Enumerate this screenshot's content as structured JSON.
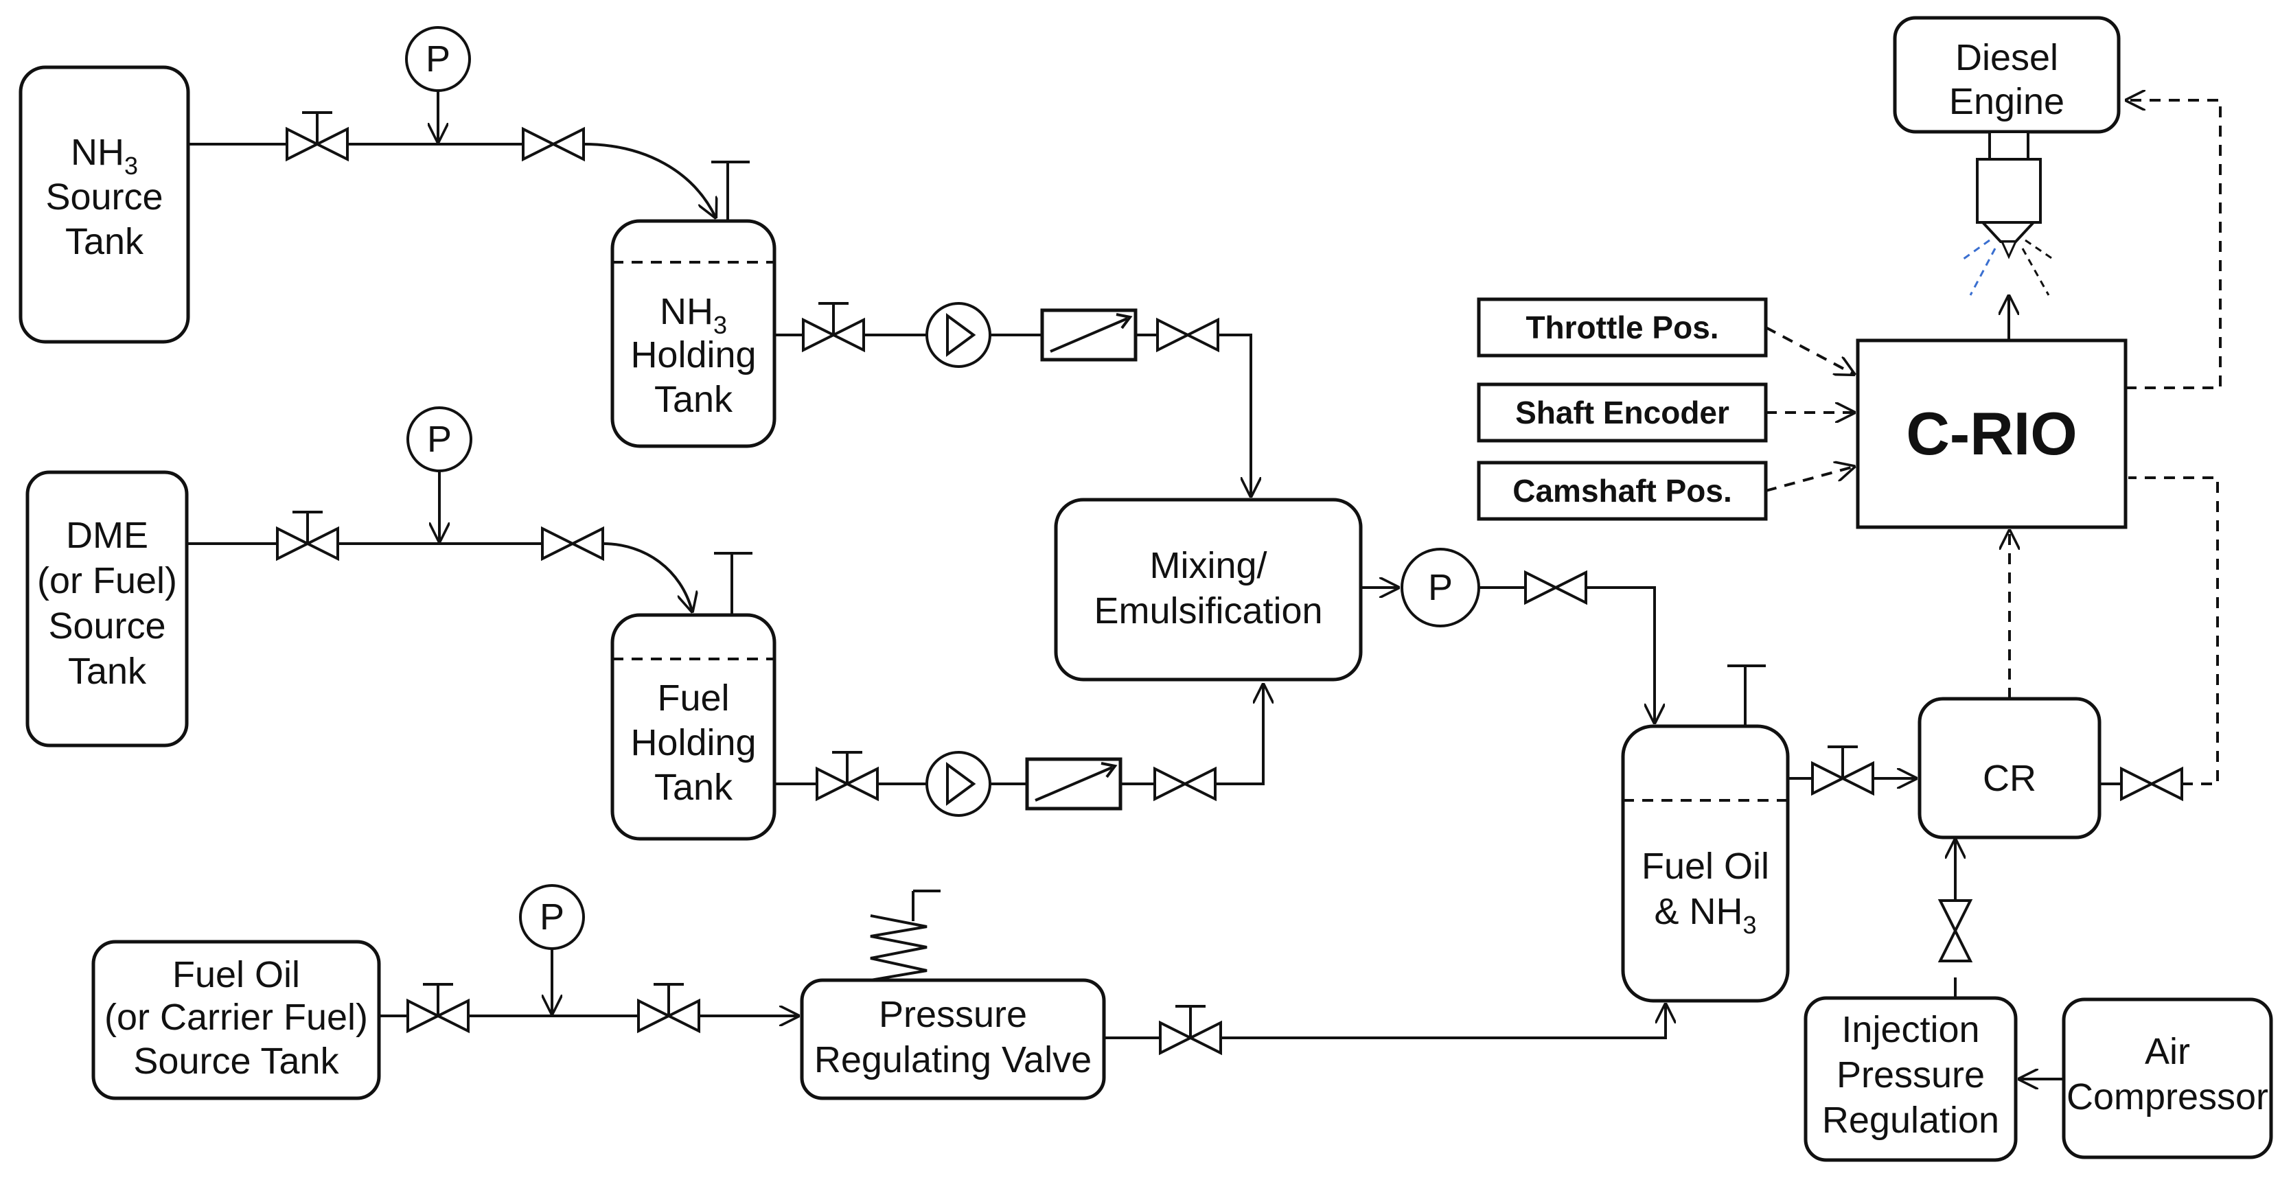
{
  "labels": {
    "nh3_source_tank": [
      "NH",
      "3",
      "Source",
      "Tank"
    ],
    "nh3_holding_tank": [
      "NH",
      "3",
      "Holding",
      "Tank"
    ],
    "dme_source_tank": [
      "DME",
      "(or Fuel)",
      "Source",
      "Tank"
    ],
    "fuel_holding_tank": [
      "Fuel",
      "Holding",
      "Tank"
    ],
    "mixing": [
      "Mixing/",
      "Emulsification"
    ],
    "fuel_oil_source_tank": [
      "Fuel Oil",
      "(or Carrier Fuel)",
      "Source Tank"
    ],
    "pressure_regulating_valve": [
      "Pressure",
      "Regulating Valve"
    ],
    "fuel_oil_nh3": [
      "Fuel Oil",
      "& NH",
      "3"
    ],
    "cr": "CR",
    "c_rio": "C-RIO",
    "diesel_engine": [
      "Diesel",
      "Engine"
    ],
    "throttle_pos": "Throttle Pos.",
    "shaft_encoder": "Shaft Encoder",
    "camshaft_pos": "Camshaft Pos.",
    "injection_pressure_regulation": [
      "Injection",
      "Pressure",
      "Regulation"
    ],
    "air_compressor": [
      "Air",
      "Compressor"
    ],
    "pressure_gauge": "P",
    "pump_p": "P"
  }
}
